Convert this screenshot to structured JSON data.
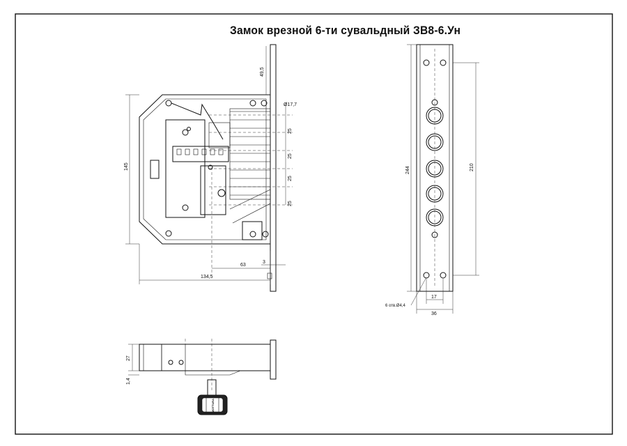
{
  "drawing": {
    "title": "Замок врезной 6-ти сувальдный   ЗВ8-6.Ун",
    "dimensions": {
      "top_offset": "49,5",
      "bolt_diameter": "Ø17,7",
      "bolt_spacing_1": "25",
      "bolt_spacing_2": "25",
      "bolt_spacing_3": "25",
      "bolt_spacing_4": "25",
      "body_height": "145",
      "backset": "63",
      "faceplate_thickness": "3",
      "body_width": "134,5",
      "faceplate_length": "244",
      "hole_spacing": "210",
      "holes_note": "6 отв.Ø4,4",
      "hole_offset": "17",
      "faceplate_width": "36",
      "side_height": "27",
      "side_offset": "1,4"
    },
    "key_label": "MOTTURA"
  }
}
